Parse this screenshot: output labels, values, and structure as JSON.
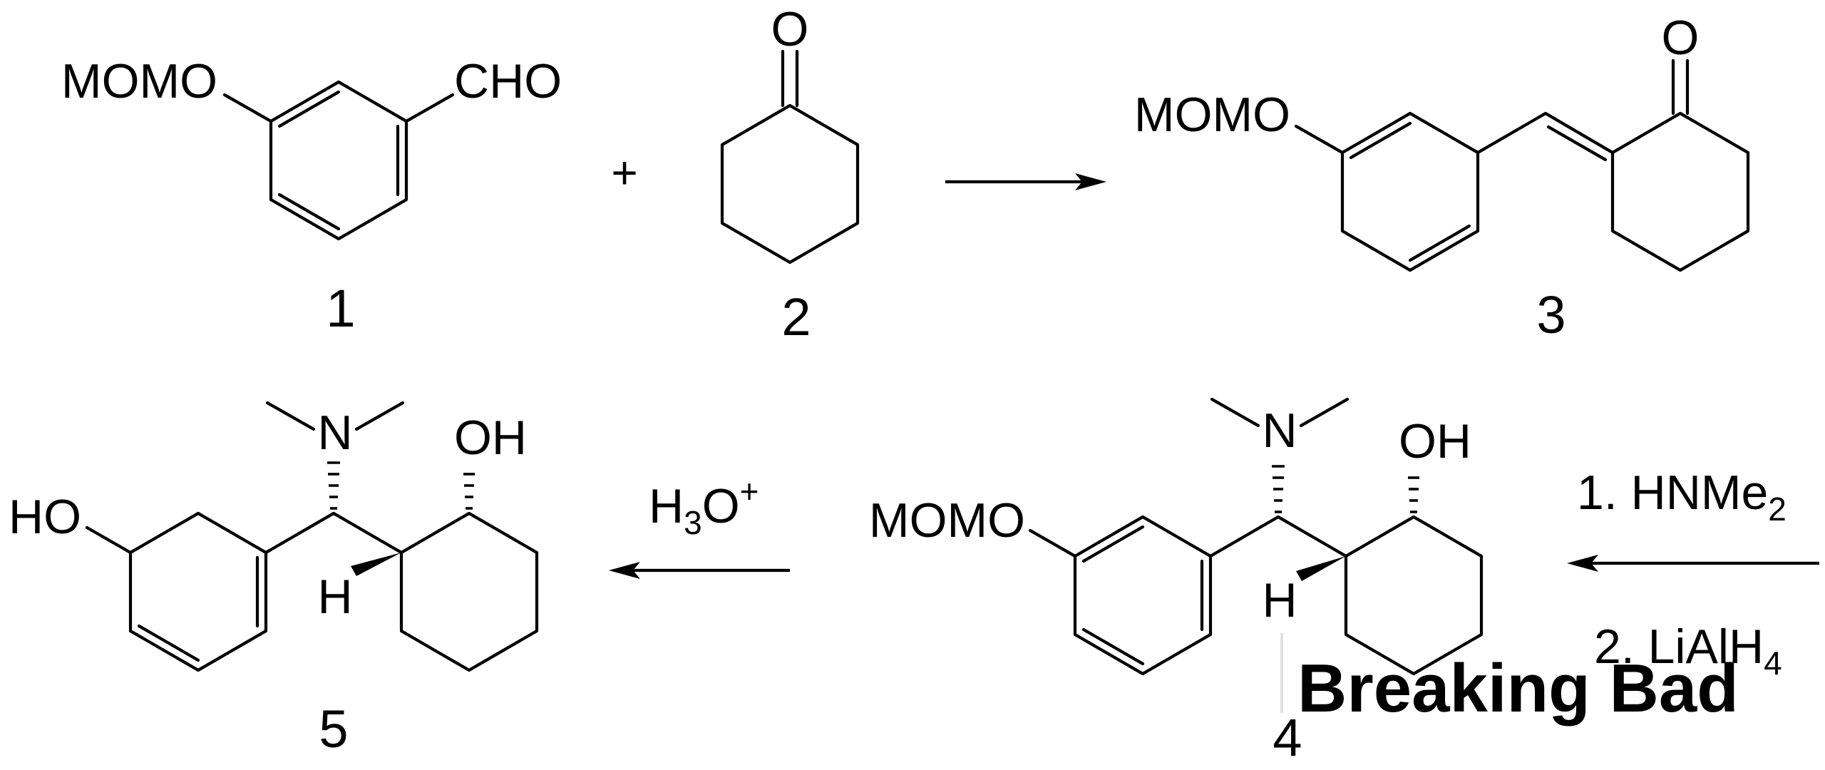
{
  "compound_labels": {
    "c1": "1",
    "c2": "2",
    "c3": "3",
    "c4": "4",
    "c5": "5"
  },
  "atom_labels": {
    "momo": "MOMO",
    "cho": "CHO",
    "oxygen": "O",
    "nitrogen": "N",
    "oh": "OH",
    "ho": "HO",
    "hydrogen": "H"
  },
  "operators": {
    "plus": "+"
  },
  "reagents": {
    "step2_line1": "1. HNMe",
    "step2_line1_sub": "2",
    "step2_line2": "2. LiAlH",
    "step2_line2_sub": "4",
    "step3_main": "H",
    "step3_sub": "3",
    "step3_o": "O",
    "step3_sup": "+"
  },
  "watermark": {
    "text": "Breaking Bad"
  },
  "colors": {
    "ink": "#000000",
    "watermark": "#dddddd"
  }
}
